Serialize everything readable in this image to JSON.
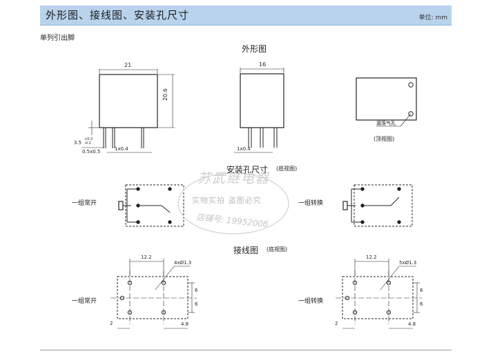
{
  "header": {
    "title": "外形图、接线图、安装孔尺寸",
    "unit": "单位: mm"
  },
  "section_label": "单列引出脚",
  "outline": {
    "title": "外形图",
    "front_width": "21",
    "front_height": "20.6",
    "pin_protrusion": "3.5",
    "pin_tolerance_top": "+0.3",
    "pin_tolerance_bottom": "-0.2",
    "pin_pitch_offset": "0.5x0.5",
    "pin_size": "1x0.4",
    "side_width": "16",
    "side_pin_size": "1x0.4",
    "vent_label": "漏落气孔",
    "top_view_caption": "(顶视图)"
  },
  "mounting": {
    "title": "安装孔尺寸",
    "title_note": "(底视图)",
    "left_label": "一组常开",
    "right_label": "一组转换"
  },
  "wiring": {
    "title": "接线图",
    "title_note": "(底视图)",
    "left_label": "一组常开",
    "right_label": "一组转换",
    "left_width": "12.2",
    "left_holes": "4xØ1.3",
    "right_width": "12.2",
    "right_holes": "5xØ1.3",
    "dim_6a": "6",
    "dim_6b": "6",
    "dim_2": "2",
    "dim_48": "4.8"
  },
  "watermark": {
    "line1": "苏武继电器",
    "line2": "实物实拍  盗图必究",
    "line3": "店铺号: 1995200б"
  }
}
